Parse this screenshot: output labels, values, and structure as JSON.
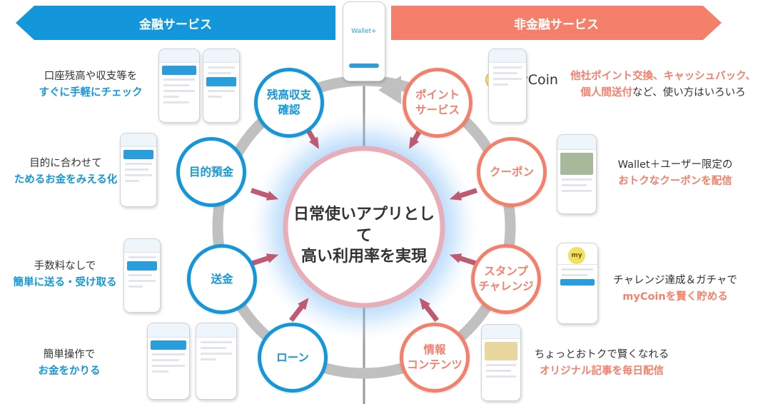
{
  "banners": {
    "left": "金融サービス",
    "right": "非金融サービス"
  },
  "center": {
    "line1": "日常使いアプリとして",
    "line2": "高い利用率を実現"
  },
  "wallet_phone": {
    "brand": "Wallet+"
  },
  "mycoin_logo": {
    "badge": "my",
    "word": "myCoin"
  },
  "colors": {
    "blue": "#1497da",
    "orange": "#f4806b",
    "arrow": "#c05a72",
    "ring": "#c0c0c0"
  },
  "left_services": [
    {
      "label": "残高収支\n確認",
      "desc_line1": "口座残高や収支等を",
      "desc_line2": "すぐに手軽にチェック"
    },
    {
      "label": "目的預金",
      "desc_line1": "目的に合わせて",
      "desc_line2": "ためるお金をみえる化"
    },
    {
      "label": "送金",
      "desc_line1": "手数料なしで",
      "desc_line2": "簡単に送る・受け取る"
    },
    {
      "label": "ローン",
      "desc_line1": "簡単操作で",
      "desc_line2": "お金をかりる"
    }
  ],
  "right_services": [
    {
      "label": "ポイント\nサービス",
      "desc_line1_hl": "他社ポイント交換、キャッシュバック、",
      "desc_line2_hl": "個人間送付",
      "desc_line2_plain": "など、使い方はいろいろ"
    },
    {
      "label": "クーポン",
      "desc_line1": "Wallet＋ユーザー限定の",
      "desc_line2_hl": "おトクなクーポンを配信"
    },
    {
      "label": "スタンプ\nチャレンジ",
      "desc_line1": "チャレンジ達成＆ガチャで",
      "desc_line2_hl": "myCoinを賢く貯める"
    },
    {
      "label": "情報\nコンテンツ",
      "desc_line1": "ちょっとおトクで賢くなれる",
      "desc_line2_hl": "オリジナル記事を毎日配信"
    }
  ]
}
